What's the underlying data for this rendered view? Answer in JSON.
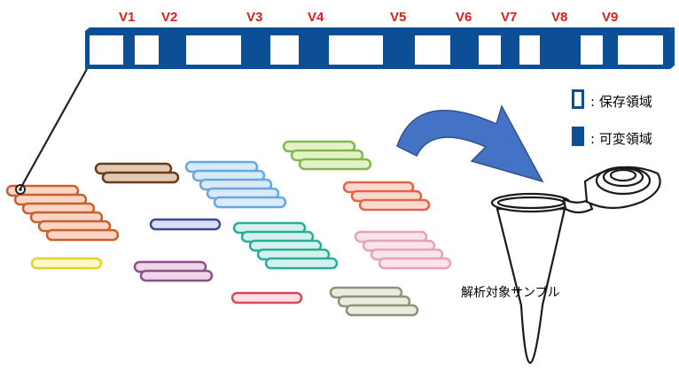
{
  "region_labels": [
    "V1",
    "V2",
    "V3",
    "V4",
    "V5",
    "V6",
    "V7",
    "V8",
    "V9"
  ],
  "legend": {
    "conserved": {
      "label": ": 保存領域",
      "color": "#ffffff",
      "border": "#0d4f96"
    },
    "variable": {
      "label": ": 可変領域",
      "color": "#0d4f96"
    }
  },
  "tube_caption": "解析対象サンプル",
  "colors": {
    "label_red": "#e21b1b",
    "gene_blue": "#0d4f96",
    "arrow_blue": "#4472c4"
  },
  "clusters": [
    {
      "count": 6,
      "fill": "#fbd6c4",
      "stroke": "#c85f2c"
    },
    {
      "count": 2,
      "fill": "#e2c9b4",
      "stroke": "#6b3a17"
    },
    {
      "count": 5,
      "fill": "#d9ebfa",
      "stroke": "#6aa6dc"
    },
    {
      "count": 3,
      "fill": "#e4f2c8",
      "stroke": "#82b94f"
    },
    {
      "count": 3,
      "fill": "#fbd9cf",
      "stroke": "#e2654a"
    },
    {
      "count": 1,
      "fill": "#dadff2",
      "stroke": "#3d4796"
    },
    {
      "count": 5,
      "fill": "#d4f1ec",
      "stroke": "#27ad9a"
    },
    {
      "count": 4,
      "fill": "#fbe3ea",
      "stroke": "#e6a2b6"
    },
    {
      "count": 1,
      "fill": "#fff8c4",
      "stroke": "#e4cf35"
    },
    {
      "count": 2,
      "fill": "#ecd8e9",
      "stroke": "#8e4f88"
    },
    {
      "count": 1,
      "fill": "#fce0e4",
      "stroke": "#d9475a"
    },
    {
      "count": 3,
      "fill": "#e9ecde",
      "stroke": "#8e9379"
    }
  ]
}
